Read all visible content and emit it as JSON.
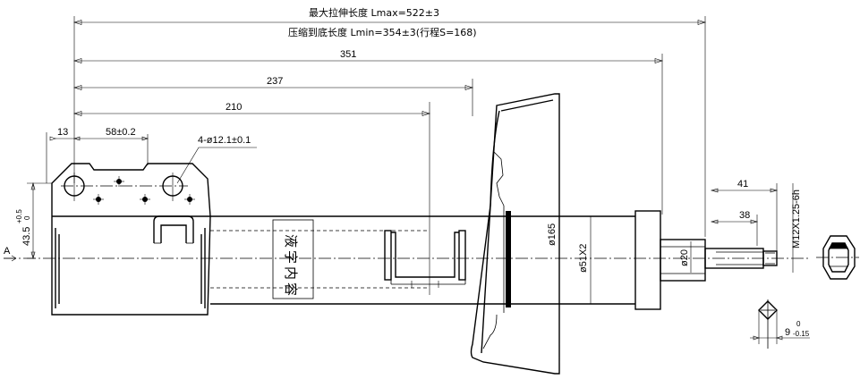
{
  "dimensions": {
    "max_length": "最大拉伸长度 Lmax=522±3",
    "min_length": "压缩到底长度 Lmin=354±3(行程S=168)",
    "d351": "351",
    "d237": "237",
    "d210": "210",
    "d13": "13",
    "d58": "58±0.2",
    "holes": "4-ø12.1±0.1",
    "d41": "41",
    "d38": "38",
    "thread": "M12X1.25-6h",
    "d165": "ø165",
    "d51": "ø51X2",
    "d20": "ø20",
    "height_base": "43.5",
    "height_tol_upper": "+0.5",
    "height_tol_lower": "0",
    "flat_base": "9",
    "flat_tol_upper": "0",
    "flat_tol_lower": "-0.15"
  },
  "section_label": "A",
  "stamp": [
    "液",
    "字",
    "内",
    "容"
  ]
}
